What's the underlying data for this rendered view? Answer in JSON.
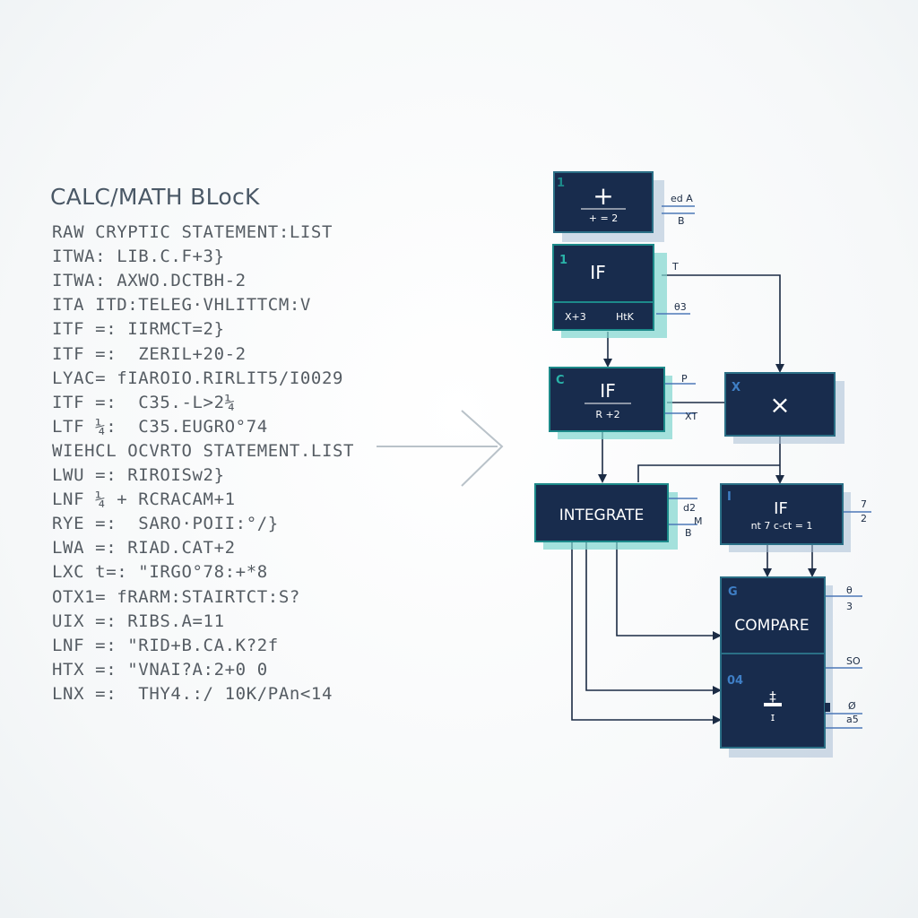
{
  "heading": "CALC/MATH BLocK",
  "statements": [
    "RAW CRYPTIC STATEMENT:LIST",
    "ITWA: LIB.C.F+3}",
    "ITWA: AXWO.DCTBH-2",
    "ITA ITD:TELEG·VHLITTCM:V",
    "ITF =: IIRMCT=2}",
    "ITF =:  ZERIL+20-2",
    "LYAC= fIAROIO.RIRLIT5/I0029",
    "ITF =:  C35.-L>2¼",
    "LTF ¼:  C35.EUGRO°74",
    "WIEHCL OCVRTO STATEMENT.LIST",
    "LWU =: RIROISw2}",
    "LNF ¼ + RCRACAM+1",
    "RYE =:  SARO·POII:°/}",
    "LWA =: RIAD.CAT+2",
    "LXC t=: \"IRGO°78:+*8",
    "OTX1= fRARM:STAIRTCT:S?",
    "UIX =: RIBS.A=11",
    "LNF =: \"RID+B.CA.K?2f",
    "HTX =: \"VNAI?A:2+0 0",
    "LNX =:  THY4.:/ 10K/PAn<14"
  ],
  "colors": {
    "block_fill": "#182c4d",
    "block_border": "#1d8a8a",
    "teal_shadow": "#7fd6cf",
    "blue_shadow": "#a9bfd6",
    "line": "#1b2b44",
    "side_line": "#4d79b8"
  },
  "blocks": {
    "plus": {
      "main": "+",
      "sub": "+ = 2",
      "badge": "1",
      "side_top": "ed A",
      "side_bottom": "B"
    },
    "if1": {
      "main": "IF",
      "sub_left": "X+3",
      "sub_right": "HtK",
      "badge": "1",
      "side_top": "T",
      "side_bottom": "θ3"
    },
    "if2": {
      "main": "IF",
      "sub": "R +2",
      "badge": "C",
      "side_top": "P",
      "side_bottom": "XT"
    },
    "times": {
      "main": "×",
      "badge": "X"
    },
    "integrate": {
      "main": "INTEGRATE",
      "side_a": "d2",
      "side_b": "M",
      "side_c": "B"
    },
    "if3": {
      "main": "IF",
      "sub": "nt 7 c-ct = 1",
      "badge": "I",
      "side_top": "7",
      "side_bottom": "2"
    },
    "compare": {
      "main": "COMPARE",
      "badge": "G",
      "badge2": "04",
      "glyph": "‡",
      "side_a": "θ",
      "side_b": "3",
      "side_c": "SO",
      "side_d": "Ø",
      "side_e": "a5"
    }
  }
}
